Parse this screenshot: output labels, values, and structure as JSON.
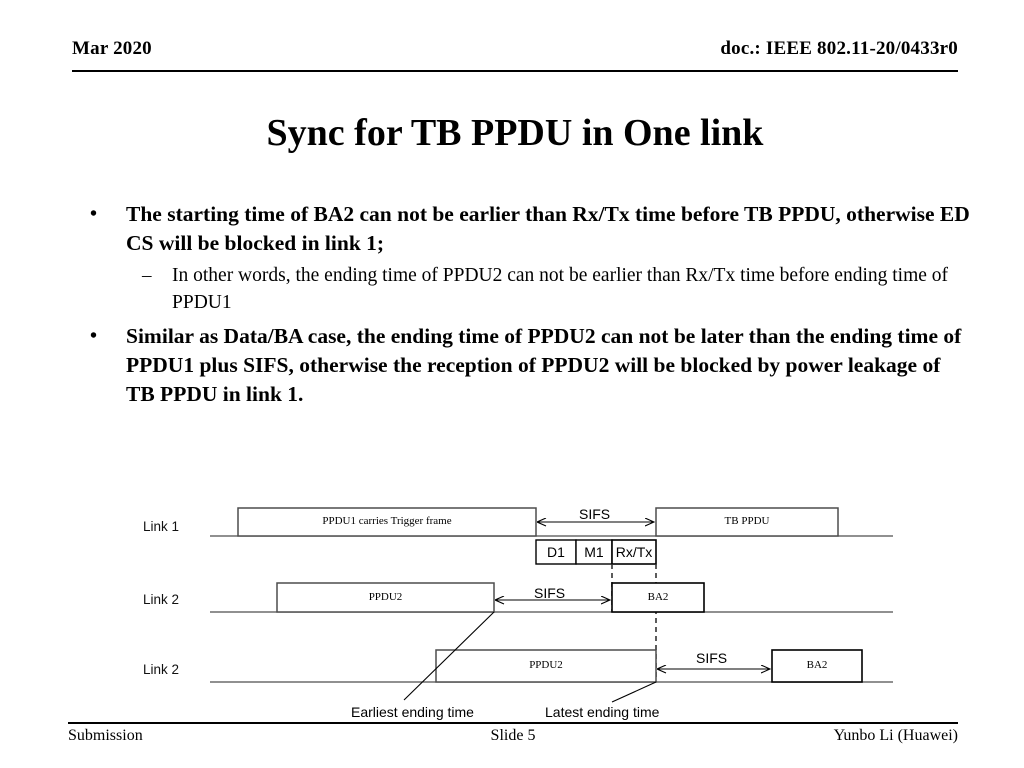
{
  "header": {
    "date": "Mar 2020",
    "doc": "doc.: IEEE 802.11-20/0433r0"
  },
  "title": "Sync for TB PPDU in One link",
  "bullets": [
    {
      "marker": "•",
      "text": "The starting time of BA2 can not be earlier than Rx/Tx time before TB PPDU, otherwise ED CS will be blocked in link 1;"
    },
    {
      "marker": "–",
      "text": "In other words, the ending time of PPDU2 can not be earlier than Rx/Tx time before ending time of PPDU1"
    },
    {
      "marker": "•",
      "text": "Similar as Data/BA case, the ending time of PPDU2 can not be later than the ending time of PPDU1 plus SIFS, otherwise the reception of PPDU2 will be blocked by power leakage of TB PPDU in link 1."
    }
  ],
  "diagram": {
    "rows": [
      {
        "label": "Link 1"
      },
      {
        "label": "Link 2"
      },
      {
        "label": "Link 2"
      }
    ],
    "blocks": {
      "ppdu1_trigger": "PPDU1 carries Trigger frame",
      "tb_ppdu": "TB PPDU",
      "d1": "D1",
      "m1": "M1",
      "rxtx": "Rx/Tx",
      "ppdu2_row2": "PPDU2",
      "ba2_row2": "BA2",
      "ppdu2_row3": "PPDU2",
      "ba2_row3": "BA2"
    },
    "intervals": {
      "sifs_row1": "SIFS",
      "sifs_row2": "SIFS",
      "sifs_row3": "SIFS"
    },
    "annotations": {
      "earliest": "Earliest ending time",
      "latest": "Latest ending time"
    }
  },
  "footer": {
    "left": "Submission",
    "center": "Slide 5",
    "right": "Yunbo Li (Huawei)"
  }
}
